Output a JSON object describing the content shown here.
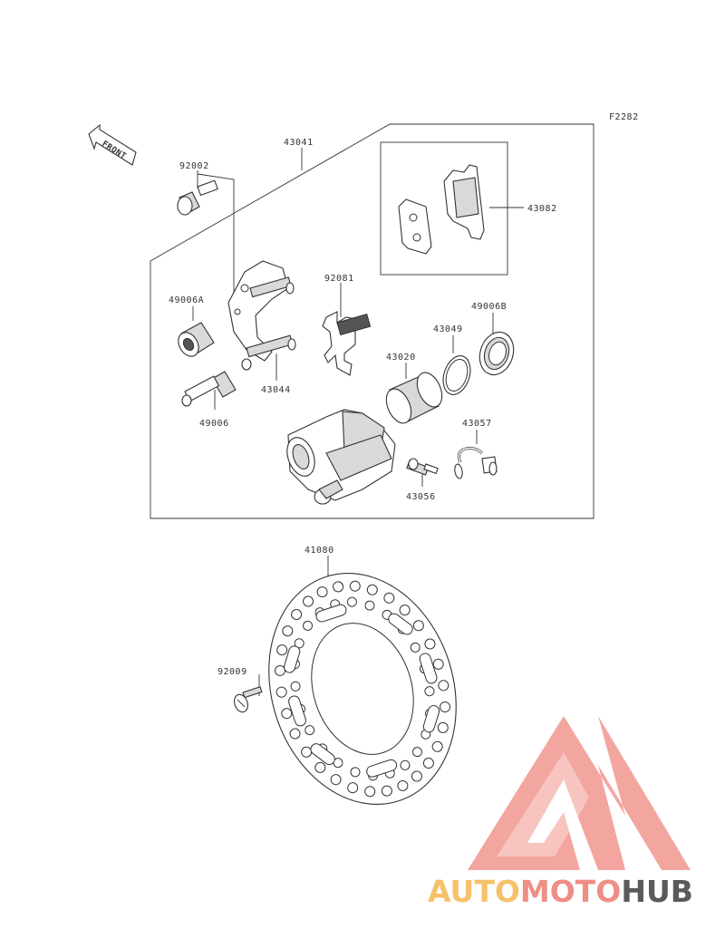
{
  "figure_code": "F2282",
  "front_label": "FRONT",
  "parts": {
    "p43041": "43041",
    "p92002": "92002",
    "p43082": "43082",
    "p92081": "92081",
    "p49006A": "49006A",
    "p49006B": "49006B",
    "p43049": "43049",
    "p43020": "43020",
    "p43044": "43044",
    "p49006": "49006",
    "p43057": "43057",
    "p43056": "43056",
    "p41080": "41080",
    "p92009": "92009"
  },
  "watermark": {
    "text_part1": "AUTO",
    "text_part2": "MOTO",
    "text_part3": "HUB",
    "color1": "#f5c26b",
    "color2": "#ee8f86",
    "color3": "#5a5a5a"
  }
}
